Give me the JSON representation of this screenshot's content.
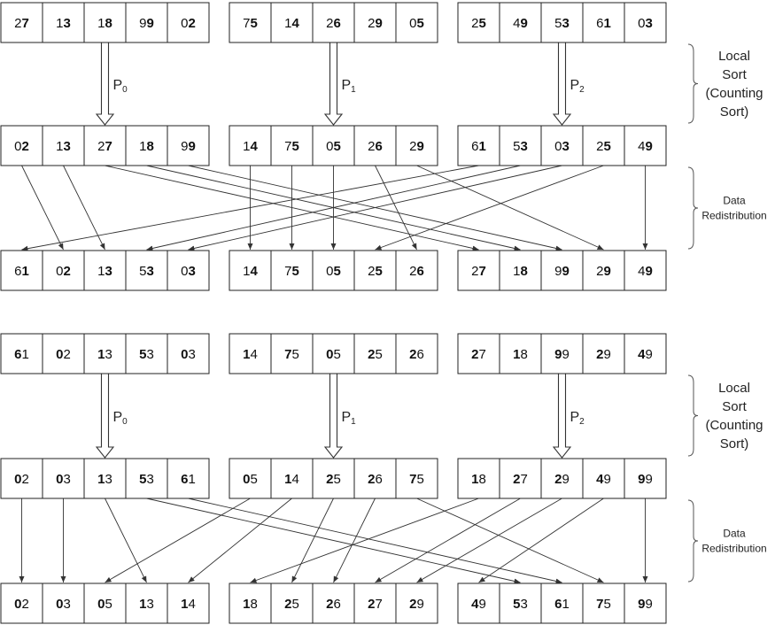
{
  "stages": [
    {
      "rows": [
        [
          [
            "27",
            "7"
          ],
          [
            "13",
            "3"
          ],
          [
            "18",
            "8"
          ],
          [
            "99",
            "9"
          ],
          [
            "02",
            "2"
          ],
          [
            "75",
            "5"
          ],
          [
            "14",
            "4"
          ],
          [
            "26",
            "6"
          ],
          [
            "29",
            "9"
          ],
          [
            "05",
            "5"
          ],
          [
            "25",
            "5"
          ],
          [
            "49",
            "9"
          ],
          [
            "53",
            "3"
          ],
          [
            "61",
            "1"
          ],
          [
            "03",
            "3"
          ]
        ],
        [
          [
            "02",
            "2"
          ],
          [
            "13",
            "3"
          ],
          [
            "27",
            "7"
          ],
          [
            "18",
            "8"
          ],
          [
            "99",
            "9"
          ],
          [
            "14",
            "4"
          ],
          [
            "75",
            "5"
          ],
          [
            "05",
            "5"
          ],
          [
            "26",
            "6"
          ],
          [
            "29",
            "9"
          ],
          [
            "61",
            "1"
          ],
          [
            "53",
            "3"
          ],
          [
            "03",
            "3"
          ],
          [
            "25",
            "5"
          ],
          [
            "49",
            "9"
          ]
        ],
        [
          [
            "61",
            "1"
          ],
          [
            "02",
            "2"
          ],
          [
            "13",
            "3"
          ],
          [
            "53",
            "3"
          ],
          [
            "03",
            "3"
          ],
          [
            "14",
            "4"
          ],
          [
            "75",
            "5"
          ],
          [
            "05",
            "5"
          ],
          [
            "25",
            "5"
          ],
          [
            "26",
            "6"
          ],
          [
            "27",
            "7"
          ],
          [
            "18",
            "8"
          ],
          [
            "99",
            "9"
          ],
          [
            "29",
            "9"
          ],
          [
            "49",
            "9"
          ]
        ]
      ],
      "redistribution": [
        [
          0,
          1
        ],
        [
          1,
          2
        ],
        [
          2,
          10
        ],
        [
          3,
          11
        ],
        [
          4,
          12
        ],
        [
          5,
          5
        ],
        [
          6,
          6
        ],
        [
          7,
          7
        ],
        [
          8,
          9
        ],
        [
          9,
          13
        ],
        [
          10,
          0
        ],
        [
          11,
          3
        ],
        [
          12,
          4
        ],
        [
          13,
          8
        ],
        [
          14,
          14
        ]
      ]
    },
    {
      "rows": [
        [
          [
            "61",
            "6"
          ],
          [
            "02",
            "0"
          ],
          [
            "13",
            "1"
          ],
          [
            "53",
            "5"
          ],
          [
            "03",
            "0"
          ],
          [
            "14",
            "1"
          ],
          [
            "75",
            "7"
          ],
          [
            "05",
            "0"
          ],
          [
            "25",
            "2"
          ],
          [
            "26",
            "2"
          ],
          [
            "27",
            "2"
          ],
          [
            "18",
            "1"
          ],
          [
            "99",
            "9"
          ],
          [
            "29",
            "2"
          ],
          [
            "49",
            "4"
          ]
        ],
        [
          [
            "02",
            "0"
          ],
          [
            "03",
            "0"
          ],
          [
            "13",
            "1"
          ],
          [
            "53",
            "5"
          ],
          [
            "61",
            "6"
          ],
          [
            "05",
            "0"
          ],
          [
            "14",
            "1"
          ],
          [
            "25",
            "2"
          ],
          [
            "26",
            "2"
          ],
          [
            "75",
            "7"
          ],
          [
            "18",
            "1"
          ],
          [
            "27",
            "2"
          ],
          [
            "29",
            "2"
          ],
          [
            "49",
            "4"
          ],
          [
            "99",
            "9"
          ]
        ],
        [
          [
            "02",
            "0"
          ],
          [
            "03",
            "0"
          ],
          [
            "05",
            "0"
          ],
          [
            "13",
            "1"
          ],
          [
            "14",
            "1"
          ],
          [
            "18",
            "1"
          ],
          [
            "25",
            "2"
          ],
          [
            "26",
            "2"
          ],
          [
            "27",
            "2"
          ],
          [
            "29",
            "2"
          ],
          [
            "49",
            "4"
          ],
          [
            "53",
            "5"
          ],
          [
            "61",
            "6"
          ],
          [
            "75",
            "7"
          ],
          [
            "99",
            "9"
          ]
        ]
      ],
      "redistribution": [
        [
          0,
          0
        ],
        [
          1,
          1
        ],
        [
          2,
          3
        ],
        [
          3,
          11
        ],
        [
          4,
          12
        ],
        [
          5,
          2
        ],
        [
          6,
          4
        ],
        [
          7,
          6
        ],
        [
          8,
          7
        ],
        [
          9,
          13
        ],
        [
          10,
          5
        ],
        [
          11,
          8
        ],
        [
          12,
          9
        ],
        [
          13,
          10
        ],
        [
          14,
          14
        ]
      ]
    }
  ],
  "processors": [
    {
      "main": "P",
      "sub": "0"
    },
    {
      "main": "P",
      "sub": "1"
    },
    {
      "main": "P",
      "sub": "2"
    }
  ],
  "side_labels": {
    "local_sort": [
      "Local",
      "Sort",
      "(Counting",
      "Sort)"
    ],
    "data_redistribution": [
      "Data",
      "Redistribution"
    ]
  }
}
